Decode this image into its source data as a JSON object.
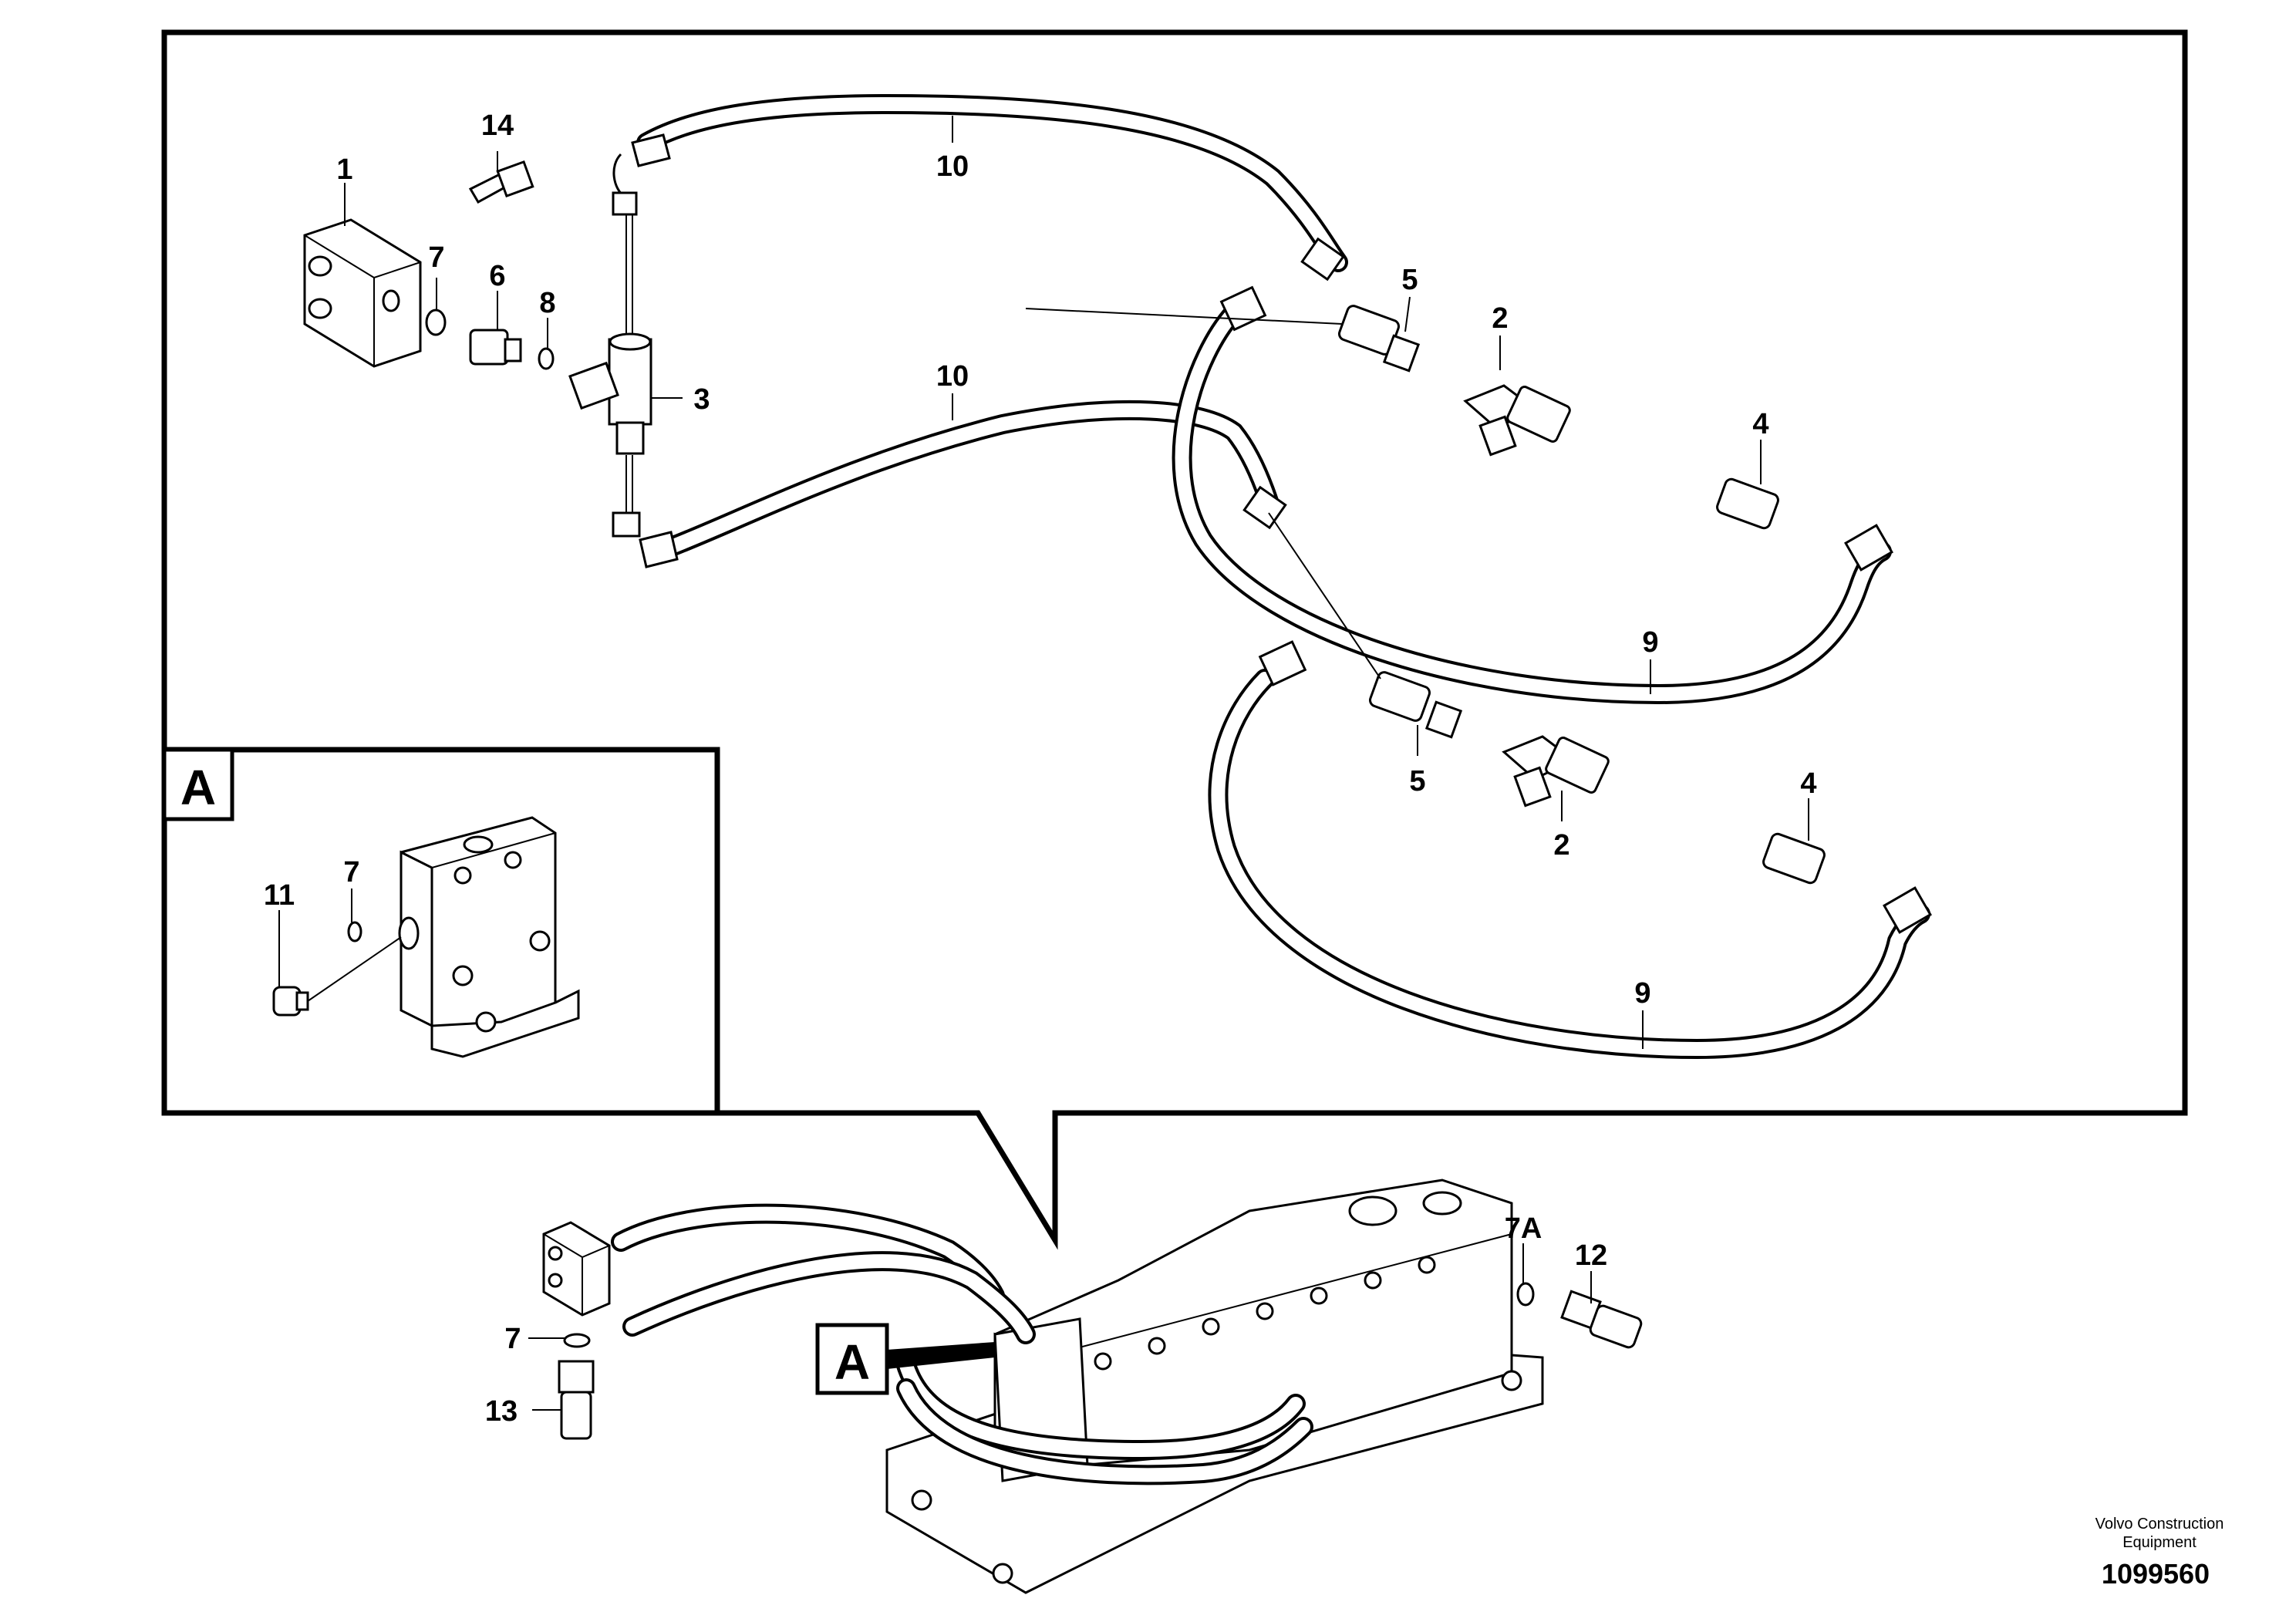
{
  "callouts": {
    "c14": "14",
    "c1": "1",
    "c7a": "7",
    "c6": "6",
    "c8": "8",
    "c3": "3",
    "c10a": "10",
    "c10b": "10",
    "c5a": "5",
    "c2a": "2",
    "c4a": "4",
    "c9a": "9",
    "c5b": "5",
    "c2b": "2",
    "c4b": "4",
    "c9b": "9",
    "c11": "11",
    "c7b": "7",
    "c7A": "7A",
    "c12": "12",
    "c7c": "7",
    "c13": "13"
  },
  "view_tags": {
    "inset": "A",
    "main": "A"
  },
  "credit": {
    "line1": "Volvo Construction",
    "line2": "Equipment"
  },
  "doc_number": "1099560"
}
